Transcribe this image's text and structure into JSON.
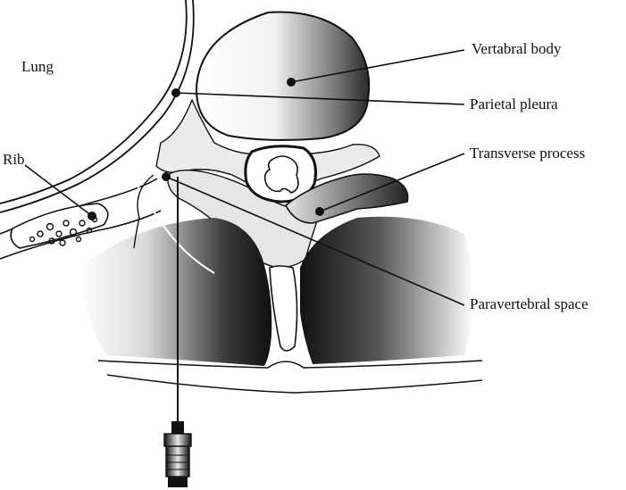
{
  "labels": {
    "lung": "Lung",
    "rib": "Rib",
    "vertebral_body": "Vertabral body",
    "parietal_pleura": "Parietal pleura",
    "transverse_process": "Transverse process",
    "paravertebral_space": "Paravertebral space"
  }
}
